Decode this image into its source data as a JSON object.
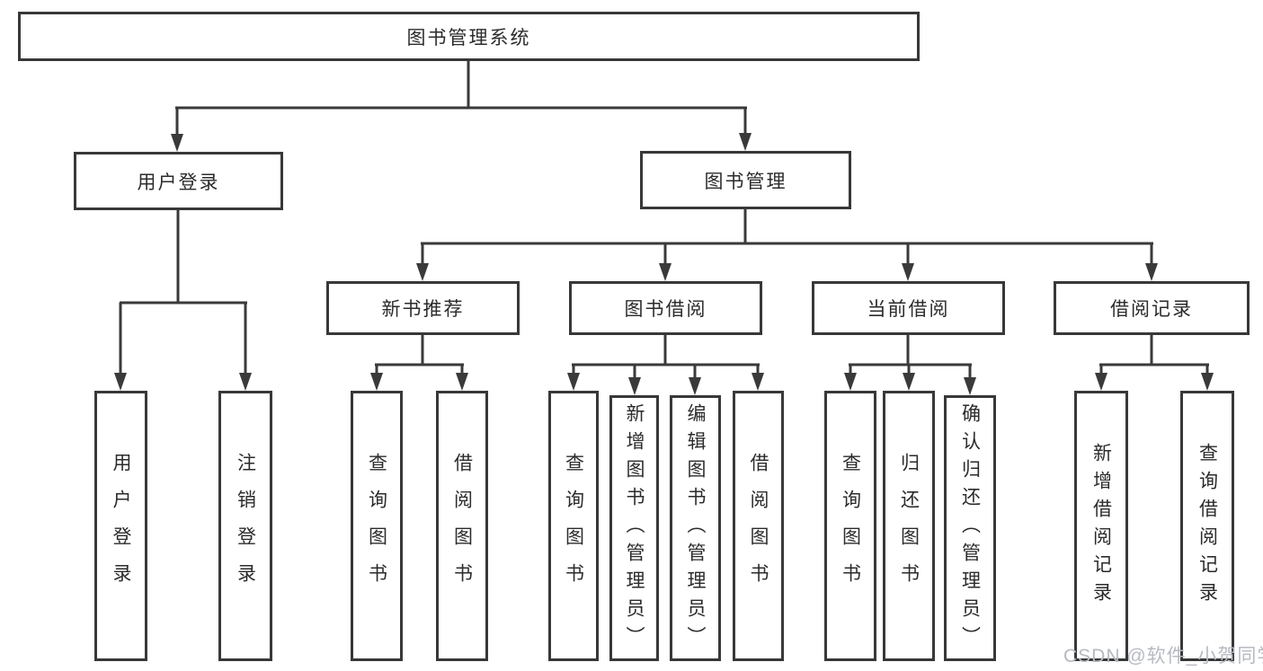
{
  "tree": {
    "root": {
      "label": "图书管理系统",
      "children": [
        {
          "label": "用户登录",
          "children": [
            {
              "label": "用户登录"
            },
            {
              "label": "注销登录"
            }
          ]
        },
        {
          "label": "图书管理",
          "children": [
            {
              "label": "新书推荐",
              "children": [
                {
                  "label": "查询图书"
                },
                {
                  "label": "借阅图书"
                }
              ]
            },
            {
              "label": "图书借阅",
              "children": [
                {
                  "label": "查询图书"
                },
                {
                  "label": "新增图书（管理员）"
                },
                {
                  "label": "编辑图书（管理员）"
                },
                {
                  "label": "借阅图书"
                }
              ]
            },
            {
              "label": "当前借阅",
              "children": [
                {
                  "label": "查询图书"
                },
                {
                  "label": "归还图书"
                },
                {
                  "label": "确认归还（管理员）"
                }
              ]
            },
            {
              "label": "借阅记录",
              "children": [
                {
                  "label": "新增借阅记录"
                },
                {
                  "label": "查询借阅记录"
                }
              ]
            }
          ]
        }
      ]
    }
  },
  "watermark": {
    "text": "CSDN @软件_小贺同学",
    "color": "#b6bac1"
  },
  "colors": {
    "line": "#3a3a3a",
    "box_border": "#383838",
    "background": "#ffffff",
    "text": "#2b2b2b"
  }
}
